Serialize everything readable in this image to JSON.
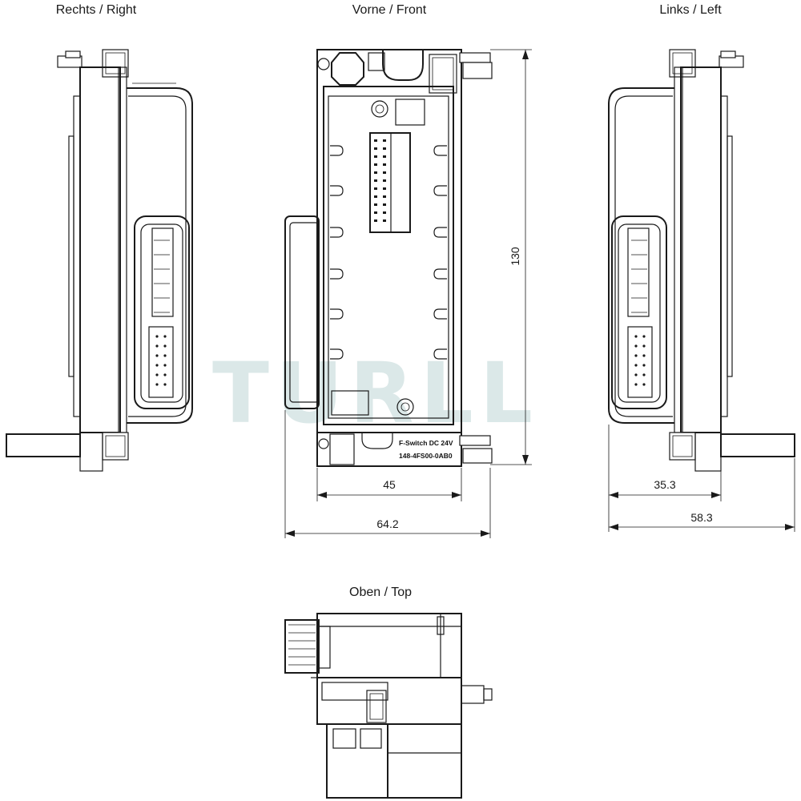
{
  "views": {
    "right": {
      "title": "Rechts / Right"
    },
    "front": {
      "title": "Vorne / Front"
    },
    "left": {
      "title": "Links / Left"
    },
    "top": {
      "title": "Oben / Top"
    }
  },
  "dimensions": {
    "height": "130",
    "inner_width": "45",
    "total_width": "64.2",
    "left_depth": "35.3",
    "left_total": "58.3"
  },
  "product_label": {
    "line1": "F-Switch DC 24V",
    "line2": "148-4FS00-0AB0"
  },
  "watermark": "TURLL"
}
